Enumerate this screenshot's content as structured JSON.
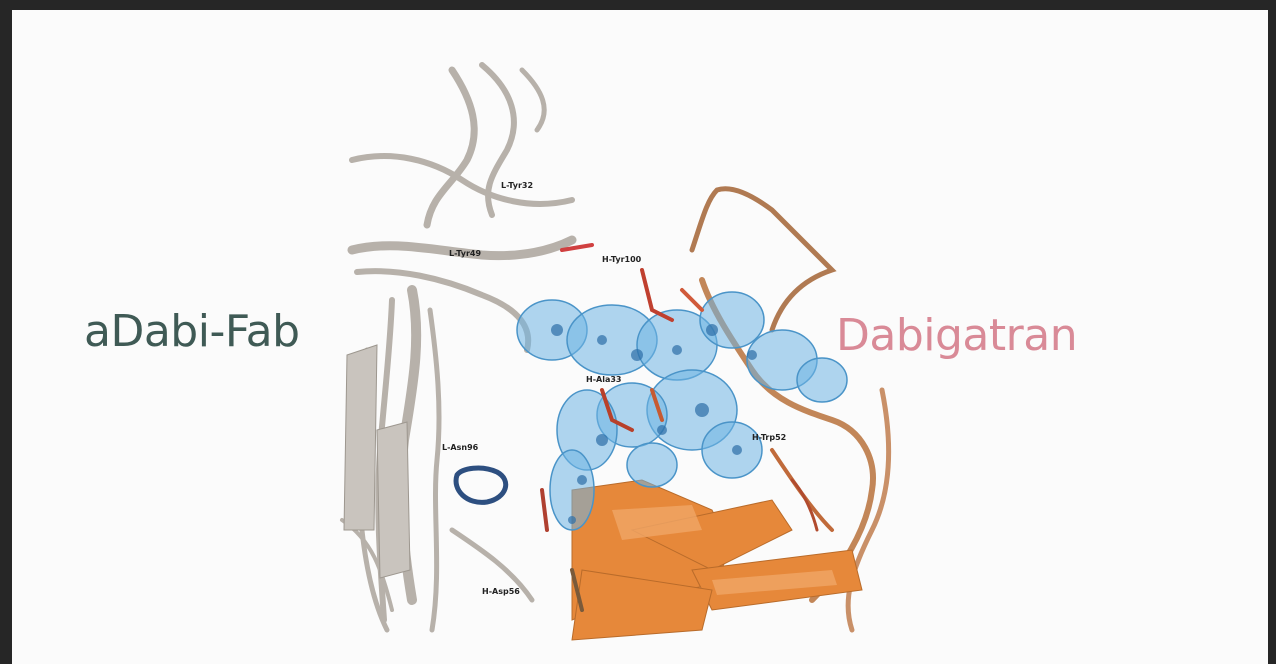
{
  "labels": {
    "antibody": "aDabi-Fab",
    "drug": "Dabigatran"
  },
  "residue_labels": [
    "L-Tyr32",
    "L-Tyr49",
    "H-Tyr100",
    "H-Ala33",
    "L-Asn96",
    "H-Trp52",
    "H-Asp56"
  ],
  "colors": {
    "antibody_text": "#3f5a55",
    "drug_text": "#d98a97",
    "ligand_surface": "#6ab0de",
    "heavy_chain": "#e08a3c",
    "light_chain": "#b8b2ab",
    "background": "#fbfbfb"
  }
}
